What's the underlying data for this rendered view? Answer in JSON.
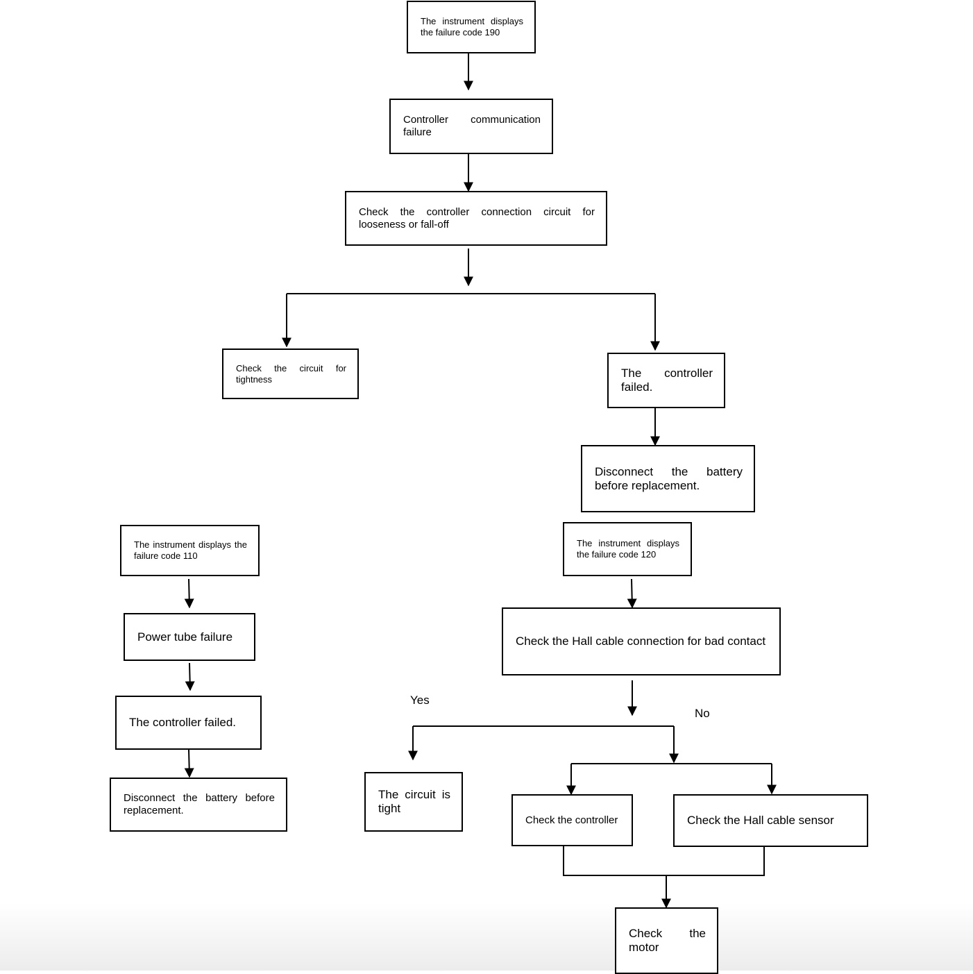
{
  "flow_190": {
    "start": "The instrument displays the failure code 190",
    "step2": "Controller communication failure",
    "step3": "Check the controller connection circuit for looseness or fall-off",
    "left": "Check the circuit for tightness",
    "right": "The controller failed.",
    "right_next": "Disconnect the battery before replacement."
  },
  "flow_110": {
    "start": "The instrument displays the failure code 110",
    "step2": "Power tube failure",
    "step3": "The controller failed.",
    "step4": "Disconnect the battery before replacement."
  },
  "flow_120": {
    "start": "The instrument displays the failure code 120",
    "step2": "Check the Hall cable connection for bad contact",
    "yes_label": "Yes",
    "no_label": "No",
    "yes_result": "The circuit is tight",
    "no_a": "Check the controller",
    "no_b": "Check the Hall cable sensor",
    "final": "Check the motor"
  }
}
